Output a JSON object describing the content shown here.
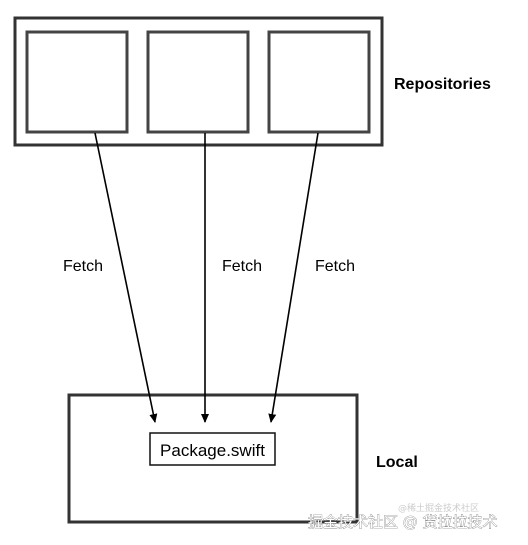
{
  "labels": {
    "repositories": "Repositories",
    "local": "Local",
    "package": "Package.swift",
    "fetch": [
      "Fetch",
      "Fetch",
      "Fetch"
    ]
  },
  "watermark": {
    "main": "掘金技术社区 @ 货拉拉技术",
    "secondary": "@稀土掘金技术社区"
  },
  "colors": {
    "stroke": "#333333",
    "arrow": "#000000",
    "background": "#ffffff"
  }
}
